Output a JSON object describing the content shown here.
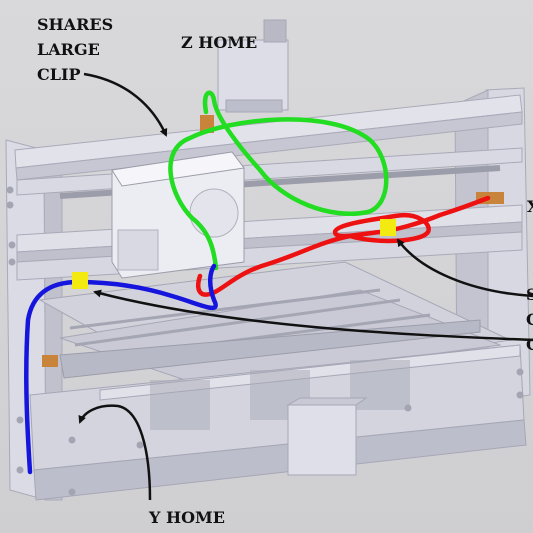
{
  "annotations": {
    "shares_large_clip": [
      "SHARES",
      "LARGE",
      "CLIP"
    ],
    "z_home": "Z HOME",
    "y_home": "Y HOME",
    "x_home_partial": "X",
    "right_partial": [
      "S",
      "C",
      "C"
    ]
  },
  "colors": {
    "z_wire": "#22dd22",
    "x_wire": "#ee1111",
    "y_wire": "#1515dd",
    "clip": "#f2ea10",
    "arrow": "#111111",
    "frame": "#dcdde6",
    "frame_shade": "#b9bac6",
    "switch": "#c8843a"
  },
  "icons": [
    "limit-switch-icon",
    "cable-clip-icon",
    "stepper-motor-icon"
  ]
}
